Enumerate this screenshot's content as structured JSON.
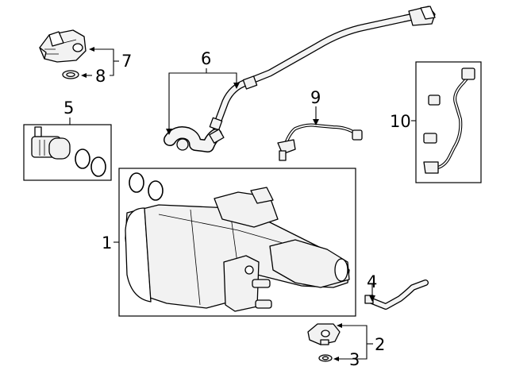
{
  "diagram": {
    "callouts": [
      {
        "id": "1",
        "label": "1"
      },
      {
        "id": "2",
        "label": "2"
      },
      {
        "id": "3",
        "label": "3"
      },
      {
        "id": "4",
        "label": "4"
      },
      {
        "id": "5",
        "label": "5"
      },
      {
        "id": "6",
        "label": "6"
      },
      {
        "id": "7",
        "label": "7"
      },
      {
        "id": "8",
        "label": "8"
      },
      {
        "id": "9",
        "label": "9"
      },
      {
        "id": "10",
        "label": "10"
      }
    ],
    "colors": {
      "line": "#000000",
      "fill": "#f2f2f2",
      "background": "#ffffff"
    }
  }
}
